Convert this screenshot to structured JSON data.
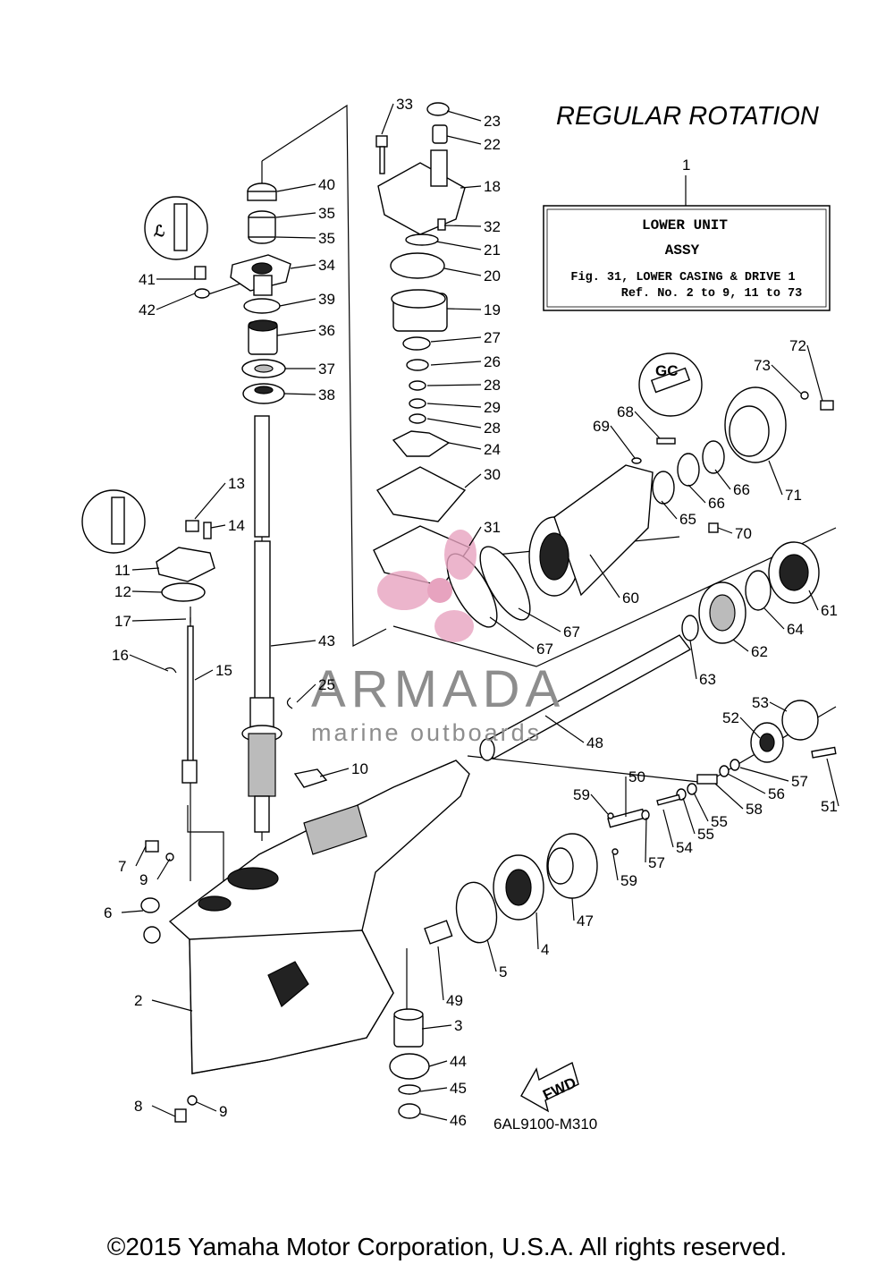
{
  "title": "REGULAR ROTATION",
  "assy_box": {
    "ref_number": "1",
    "line1": "LOWER UNIT",
    "line2": "ASSY",
    "line3": "Fig. 31, LOWER CASING & DRIVE 1",
    "line4": "Ref. No. 2 to 9, 11 to 73"
  },
  "figure_code": "6AL9100-M310",
  "fwd_label": "FWD",
  "watermark": {
    "brand": "ARMADA",
    "tagline": "marine outboards",
    "color": "#e7a3bf"
  },
  "copyright": "©2015 Yamaha Motor Corporation, U.S.A. All rights reserved.",
  "callouts": [
    "33",
    "23",
    "22",
    "18",
    "32",
    "21",
    "20",
    "19",
    "27",
    "26",
    "28",
    "29",
    "28",
    "24",
    "30",
    "31",
    "40",
    "35",
    "35",
    "34",
    "41",
    "42",
    "39",
    "36",
    "37",
    "38",
    "13",
    "14",
    "11",
    "12",
    "17",
    "16",
    "15",
    "43",
    "25",
    "10",
    "67",
    "67",
    "60",
    "65",
    "70",
    "66",
    "66",
    "71",
    "68",
    "69",
    "73",
    "72",
    "61",
    "64",
    "62",
    "63",
    "48",
    "53",
    "52",
    "57",
    "56",
    "58",
    "55",
    "55",
    "54",
    "51",
    "50",
    "59",
    "59",
    "57",
    "47",
    "4",
    "5",
    "49",
    "3",
    "44",
    "45",
    "46",
    "7",
    "9",
    "6",
    "2",
    "8",
    "9"
  ]
}
